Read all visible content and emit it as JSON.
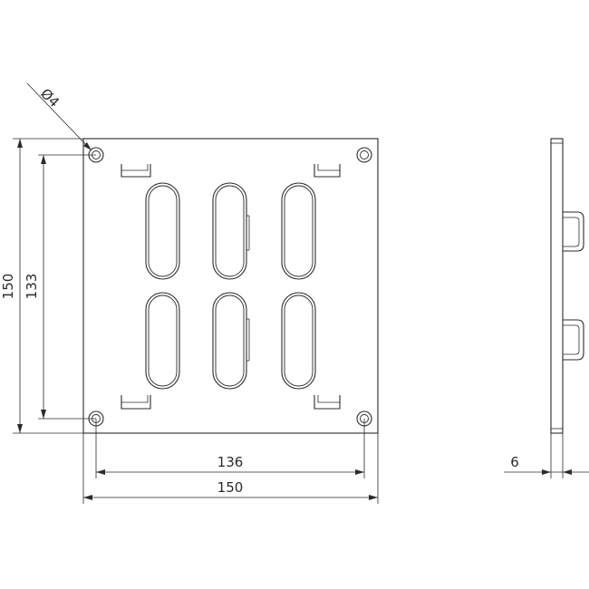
{
  "dimensions": {
    "hole_diameter": "Ø4",
    "overall_width": "150",
    "hole_spacing_horizontal": "136",
    "overall_height": "150",
    "hole_spacing_vertical": "133",
    "thickness": "6"
  }
}
